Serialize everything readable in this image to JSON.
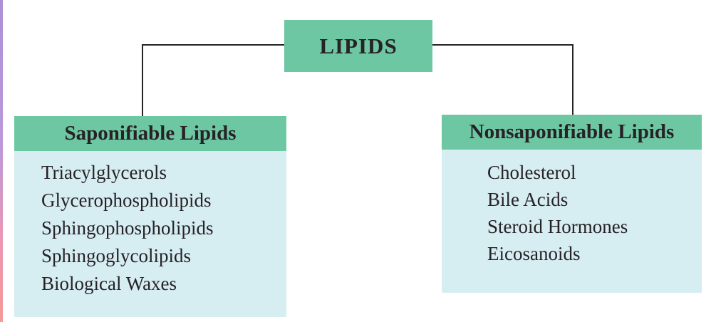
{
  "root": {
    "label": "LIPIDS"
  },
  "branches": [
    {
      "title": "Saponifiable Lipids",
      "items": [
        "Triacylglycerols",
        "Glycerophospholipids",
        "Sphingophospholipids",
        "Sphingoglycolipids",
        "Biological Waxes"
      ]
    },
    {
      "title": "Nonsaponifiable Lipids",
      "items": [
        "Cholesterol",
        "Bile Acids",
        "Steroid Hormones",
        "Eicosanoids"
      ]
    }
  ],
  "colors": {
    "node_green": "#6ec7a3",
    "body_blue": "#d6edf2",
    "text": "#262226",
    "connector": "#262226",
    "page_edge_top": "#ab91d8",
    "page_edge_bottom": "#f59a96"
  }
}
